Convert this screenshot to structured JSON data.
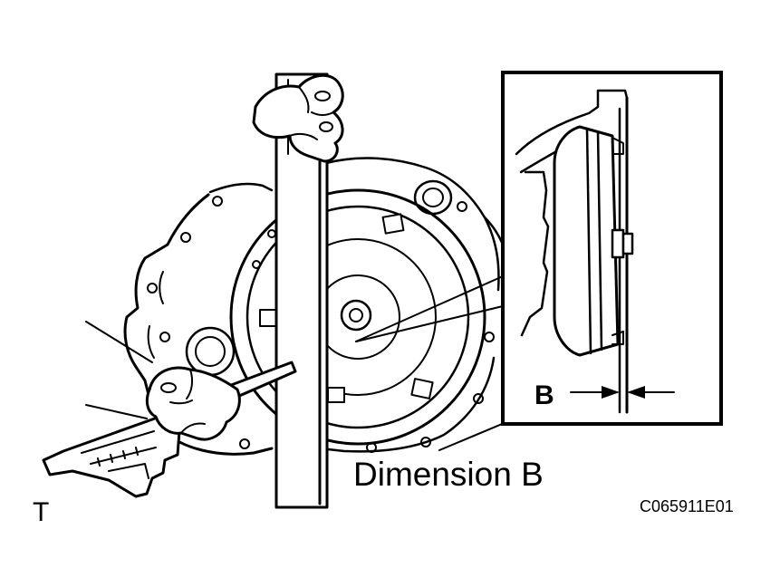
{
  "figure": {
    "callout_letter": "B",
    "dimension_label": "Dimension B",
    "figure_code": "C065911E01",
    "corner_mark": "T"
  },
  "colors": {
    "ink": "#000000",
    "paper": "#ffffff"
  }
}
